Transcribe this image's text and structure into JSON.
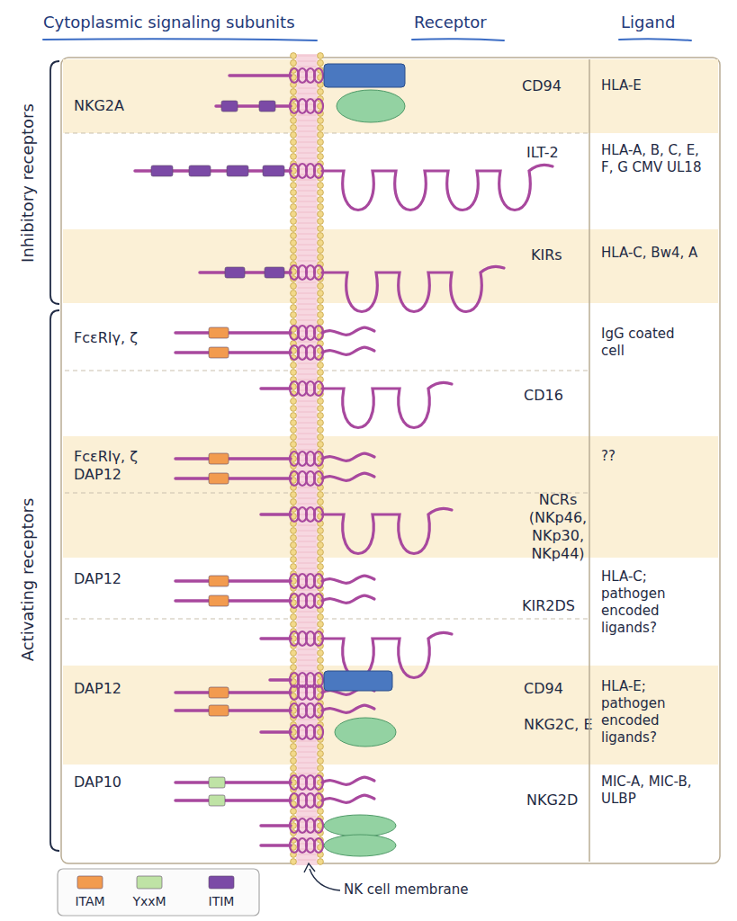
{
  "diagram": {
    "nodes": [
      {
        "text": [
          "NKG2A",
          "CD94",
          "HLA-E"
        ]
      },
      {
        "text": [
          "ILT-2",
          "HLA-A, B, C, E, F, G CMV UL18"
        ]
      },
      {
        "text": [
          "KIRs",
          "HLA-C, Bw4, A"
        ]
      },
      {
        "text": [
          "FcεRIγ, ζ",
          "CD16",
          "IgG coated cell"
        ]
      },
      {
        "text": [
          "FcεRIγ, ζ DAP12",
          "NCRs (NKp46, NKp30, NKp44)",
          "??"
        ]
      },
      {
        "text": [
          "DAP12",
          "KIR2DS",
          "HLA-C; pathogen encoded ligands?"
        ]
      },
      {
        "text": [
          "DAP12",
          "CD94",
          "NKG2C, E",
          "HLA-E; pathogen encoded ligands?"
        ]
      },
      {
        "text": [
          "DAP10",
          "NKG2D",
          "MIC-A, MIC-B, ULBP"
        ]
      }
    ],
    "labels": [
      "Cytoplasmic signaling subunits",
      "Receptor",
      "Ligand",
      "Inhibitory receptors",
      "Activating receptors",
      "NK cell membrane"
    ],
    "legend": [
      {
        "text": "ITAM",
        "color": "#f29b4f"
      },
      {
        "text": "YxxM",
        "color": "#bfe3a5"
      },
      {
        "text": "ITIM",
        "color": "#7b4aa6"
      }
    ]
  }
}
